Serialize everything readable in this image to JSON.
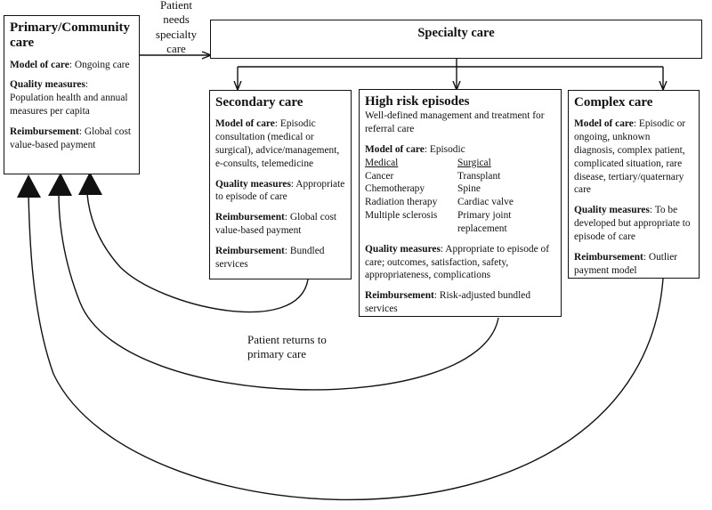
{
  "primary": {
    "title": "Primary/Community care",
    "model_label": "Model of care",
    "model_value": ": Ongoing care",
    "quality_label": "Quality measures",
    "quality_value": ": Population health and annual measures per capita",
    "reimb_label": "Reimbursement",
    "reimb_value": ": Global cost value-based payment"
  },
  "arrow_label": {
    "line1": "Patient",
    "line2": "needs",
    "line3": "specialty",
    "line4": "care"
  },
  "specialty": {
    "title": "Specialty care"
  },
  "secondary": {
    "title": "Secondary care",
    "model_label": "Model of care",
    "model_value": ": Episodic consultation (medical or surgical), advice/management, e-consults, telemedicine",
    "quality_label": "Quality measures",
    "quality_value": ": Appropriate to episode of care",
    "reimb_label": "Reimbursement",
    "reimb_value": ": Global cost value-based payment",
    "reimb2_label": "Reimbursement",
    "reimb2_value": ": Bundled services"
  },
  "highrisk": {
    "title": "High risk episodes",
    "subtitle": "Well-defined management and treatment for referral care",
    "model_label": "Model of care",
    "model_value": ": Episodic",
    "medical_header": "Medical",
    "surgical_header": "Surgical",
    "medical": [
      "Cancer",
      "Chemotherapy",
      "Radiation therapy",
      "Multiple sclerosis"
    ],
    "surgical": [
      "Transplant",
      "Spine",
      "Cardiac valve",
      "Primary joint replacement"
    ],
    "quality_label": "Quality measures",
    "quality_value": ": Appropriate to episode of care; outcomes, satisfaction, safety, appropriateness, complications",
    "reimb_label": "Reimbursement",
    "reimb_value": ": Risk-adjusted bundled services"
  },
  "complex": {
    "title": "Complex care",
    "model_label": "Model of care",
    "model_value": ": Episodic or ongoing, unknown diagnosis, complex patient, complicated situation, rare disease, tertiary/quaternary care",
    "quality_label": "Quality measures",
    "quality_value": ": To be developed but appropriate to episode of care",
    "reimb_label": "Reimbursement",
    "reimb_value": ": Outlier payment model"
  },
  "return_label": {
    "line1": "Patient returns to",
    "line2": "primary care"
  }
}
